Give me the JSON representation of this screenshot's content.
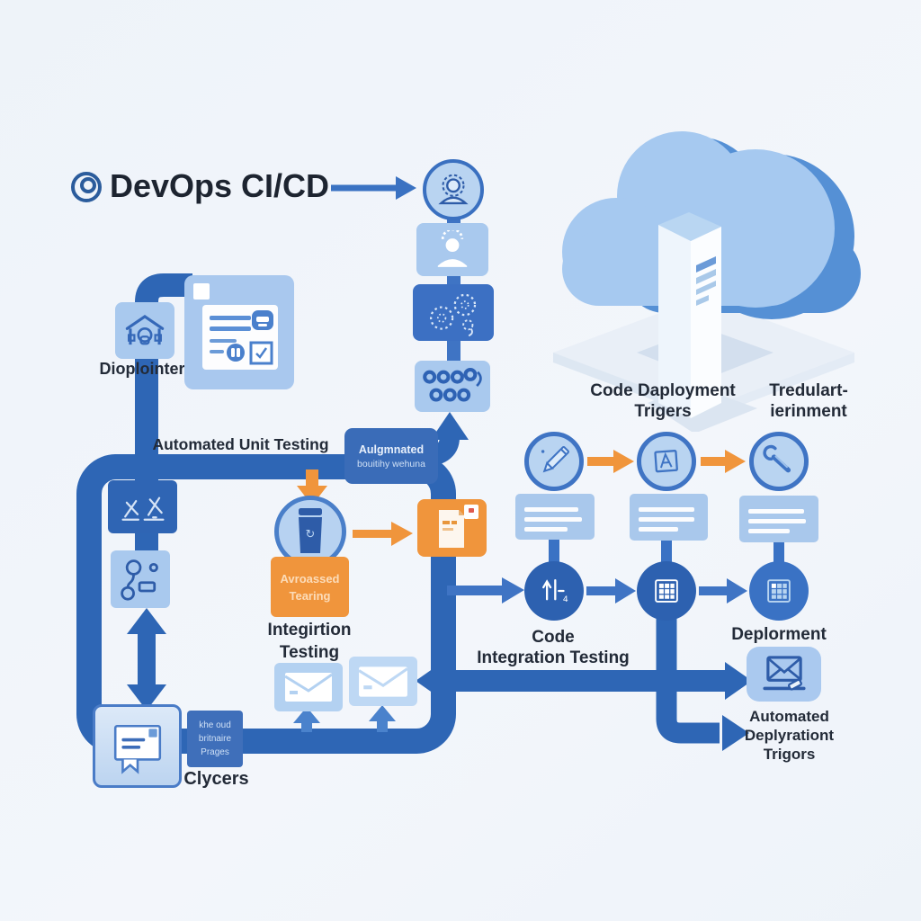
{
  "header": {
    "title": "DevOps CI/CD",
    "logo_icon": "target-icon"
  },
  "labels": {
    "dioplointer": "Dioplointer",
    "automated_unit_testing": "Automated Unit Testing",
    "automated_building": {
      "line1": "Aulgmnated",
      "line2": "bouitihy wehuna"
    },
    "automated_testing_badge": {
      "line1": "Avroassed",
      "line2": "Tearing"
    },
    "integration_testing": {
      "line1": "Integirtion",
      "line2": "Testing"
    },
    "code_deployment_triggers": {
      "line1": "Code Daployment",
      "line2": "Trigers"
    },
    "test_environment": {
      "line1": "Tredulart-",
      "line2": "ierinment"
    },
    "code_integration_testing": {
      "line1": "Code",
      "line2": "Integration Testing"
    },
    "deployment": "Deplorment",
    "automated_deployment_triggers": {
      "line1": "Automated",
      "line2": "Deplyrationt",
      "line3": "Trigors"
    },
    "pipeline_box": {
      "line1": "khe oud",
      "line2": "britnaire",
      "line3": "Prages"
    },
    "clycers": "Clycers"
  },
  "colors": {
    "background": "#f0f4f9",
    "pipe_blue": "#2e66b5",
    "medium_blue": "#3f74c4",
    "dark_box_blue": "#2f65b4",
    "light_box_blue": "#a9c9ee",
    "circle_fill": "#b9d4f1",
    "accent_orange": "#f0953c",
    "cloud_light": "#a6c9f0",
    "cloud_dark": "#5590d5",
    "text_dark": "#232b38"
  },
  "icons": [
    "target-icon",
    "developer-avatar-icon",
    "team-avatar-icon",
    "dotted-gears-icon",
    "pipeline-dots-icon",
    "cloud-icon",
    "server-tower-icon",
    "home-developer-icon",
    "checklist-card-icon",
    "test-marks-icon",
    "git-branch-icon",
    "certificate-icon",
    "container-icon",
    "build-document-icon",
    "pencil-circle-icon",
    "package-circle-icon",
    "wrench-circle-icon",
    "metrics-circle-icon",
    "grid-circle-icon",
    "deployment-grid-circle-icon",
    "mail-card-icon",
    "laptop-mail-icon"
  ]
}
